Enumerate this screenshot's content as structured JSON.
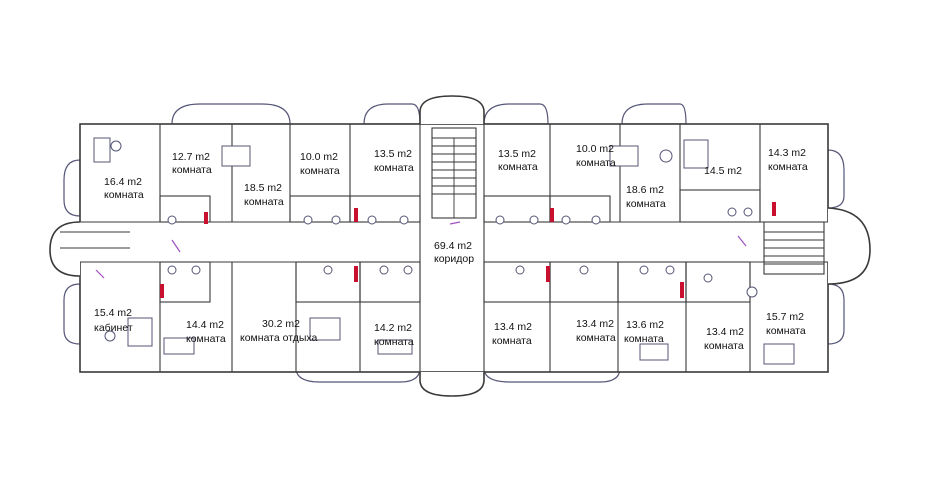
{
  "rooms": [
    {
      "area": "16.4 m2",
      "name": "комната"
    },
    {
      "area": "12.7 m2",
      "name": "комната"
    },
    {
      "area": "18.5 m2",
      "name": "комната"
    },
    {
      "area": "10.0 m2",
      "name": "комната"
    },
    {
      "area": "13.5 m2",
      "name": "комната"
    },
    {
      "area": "13.5 m2",
      "name": "комната"
    },
    {
      "area": "10.0 m2",
      "name": "комната"
    },
    {
      "area": "18.6 m2",
      "name": "комната"
    },
    {
      "area": "14.5 m2",
      "name": ""
    },
    {
      "area": "14.3 m2",
      "name": "комната"
    },
    {
      "area": "69.4 m2",
      "name": "коридор"
    },
    {
      "area": "15.4 m2",
      "name": "кабинет"
    },
    {
      "area": "14.4 m2",
      "name": "комната"
    },
    {
      "area": "30.2 m2",
      "name": "комната отдыха"
    },
    {
      "area": "14.2 m2",
      "name": "комната"
    },
    {
      "area": "13.4 m2",
      "name": "комната"
    },
    {
      "area": "13.4 m2",
      "name": "комната"
    },
    {
      "area": "13.6 m2",
      "name": "комната"
    },
    {
      "area": "13.4 m2",
      "name": "комната"
    },
    {
      "area": "15.7 m2",
      "name": "комната"
    }
  ]
}
